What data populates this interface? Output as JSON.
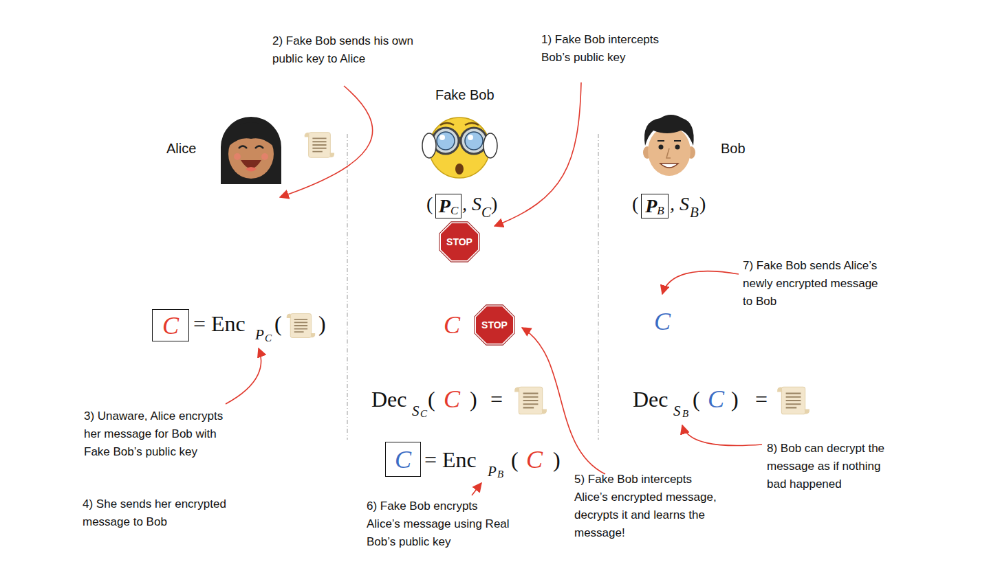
{
  "diagram": {
    "nodes": [
      {
        "text": [
          "P",
          "C"
        ]
      },
      {
        "text": [
          "P",
          "B"
        ]
      },
      {
        "text": [
          "C"
        ]
      },
      {
        "text": [
          "C"
        ]
      }
    ],
    "labels": [
      "1) Fake Bob intercepts Bob’s public key",
      "2) Fake Bob sends his own public key to Alice",
      "Alice",
      "Fake Bob",
      "Bob",
      "(",
      ", S",
      "C",
      ")",
      "(",
      ", S",
      "B",
      ")",
      "STOP",
      "= Enc",
      "P",
      "C",
      "(",
      ")",
      "C",
      "STOP",
      "Dec",
      "S",
      "C",
      "(",
      "C",
      ")",
      "=",
      "= Enc",
      "P",
      "B",
      "(",
      "C",
      ")",
      "C",
      "Dec",
      "S",
      "B",
      "(",
      "C",
      ")",
      "=",
      "3) Unaware, Alice encrypts her message for Bob with Fake Bob’s public key",
      "4) She sends her encrypted message to Bob",
      "5) Fake Bob intercepts Alice’s encrypted message, decrypts it and learns the message!",
      "6) Fake Bob encrypts Alice’s message using Real Bob’s public key",
      "7) Fake Bob sends Alice’s newly encrypted message to Bob",
      "8) Bob can decrypt the message as if nothing bad happened"
    ]
  }
}
